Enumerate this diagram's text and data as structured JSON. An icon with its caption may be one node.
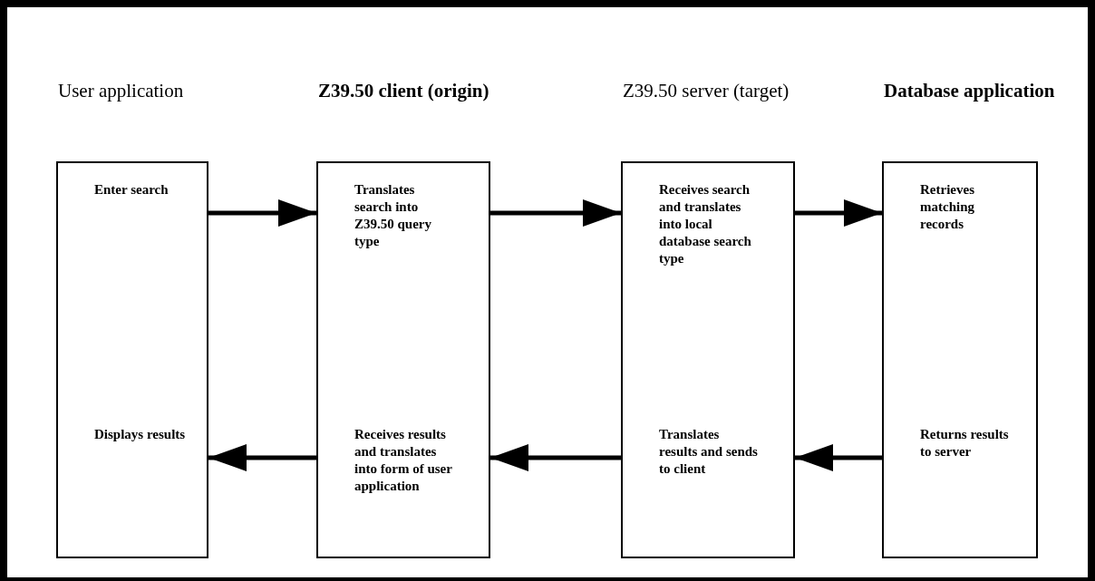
{
  "diagram": {
    "nodes": [
      {
        "text": [
          "User application",
          "Enter search",
          "Displays results"
        ]
      },
      {
        "text": [
          "Z39.50 client (origin)",
          "Translates search into Z39.50 query type",
          "Receives results and translates into form of user application"
        ]
      },
      {
        "text": [
          "Z39.50 server (target)",
          "Receives search and translates into local database search type",
          "Translates results and sends to client"
        ]
      },
      {
        "text": [
          "Database application",
          "Retrieves matching records",
          "Returns results to server"
        ]
      }
    ],
    "edges": [
      {
        "from": 0,
        "to": 1,
        "arrow": "to"
      },
      {
        "from": 1,
        "to": 2,
        "arrow": "to"
      },
      {
        "from": 2,
        "to": 3,
        "arrow": "to"
      },
      {
        "from": 3,
        "to": 2,
        "arrow": "to"
      },
      {
        "from": 2,
        "to": 1,
        "arrow": "to"
      },
      {
        "from": 1,
        "to": 0,
        "arrow": "to"
      }
    ]
  }
}
